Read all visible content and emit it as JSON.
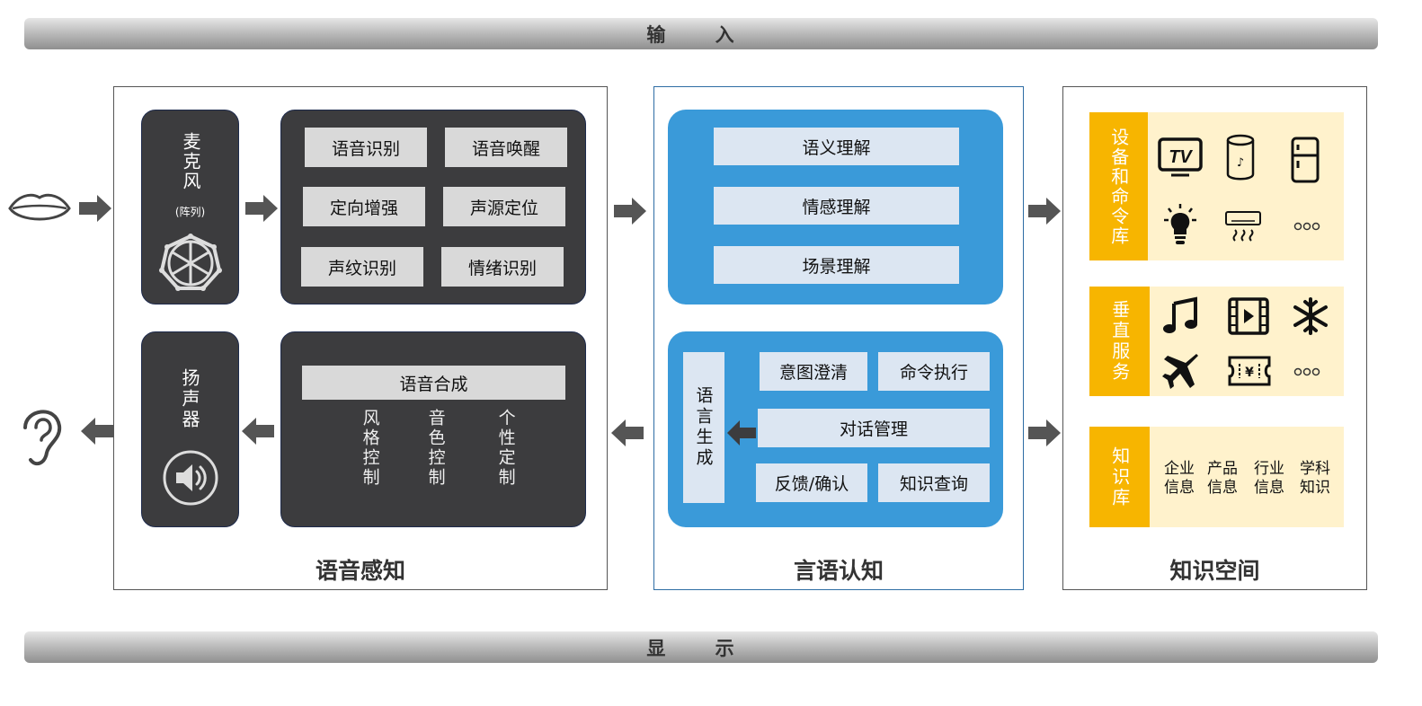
{
  "top_bar": "输 入",
  "bottom_bar": "显 示",
  "perception": {
    "title": "语音感知",
    "mic_label": "麦克风",
    "mic_sub": "(阵列)",
    "input_functions": [
      "语音识别",
      "语音唤醒",
      "定向增强",
      "声源定位",
      "声纹识别",
      "情绪识别"
    ],
    "speaker_label": "扬声器",
    "synthesis": "语音合成",
    "synth_controls": [
      "风格控制",
      "音色控制",
      "个性定制"
    ]
  },
  "cognition": {
    "title": "言语认知",
    "understanding": [
      "语义理解",
      "情感理解",
      "场景理解"
    ],
    "generation": "语言生成",
    "dialog": {
      "intent": "意图澄清",
      "command": "命令执行",
      "manager": "对话管理",
      "feedback": "反馈/确认",
      "query": "知识查询"
    }
  },
  "knowledge": {
    "title": "知识空间",
    "device_label": "设备和命令库",
    "device_icons": [
      "tv-icon",
      "smart-speaker-icon",
      "refrigerator-icon",
      "light-bulb-icon",
      "air-conditioner-icon",
      "more-icon"
    ],
    "vertical_label": "垂直服务",
    "vertical_icons": [
      "music-icon",
      "video-icon",
      "snowflake-icon",
      "airplane-icon",
      "ticket-icon",
      "more-icon"
    ],
    "kb_label": "知识库",
    "kb_items": [
      [
        "企业",
        "信息"
      ],
      [
        "产品",
        "信息"
      ],
      [
        "行业",
        "信息"
      ],
      [
        "学科",
        "知识"
      ]
    ]
  },
  "colors": {
    "dark": "#3c3c3e",
    "blue": "#3a9ad9",
    "light_blue": "#dce6f2",
    "yellow": "#f7b500",
    "cream": "#fff2cc"
  },
  "icons": [
    "mouth-icon",
    "ear-icon",
    "microphone-array-icon",
    "speaker-icon"
  ]
}
